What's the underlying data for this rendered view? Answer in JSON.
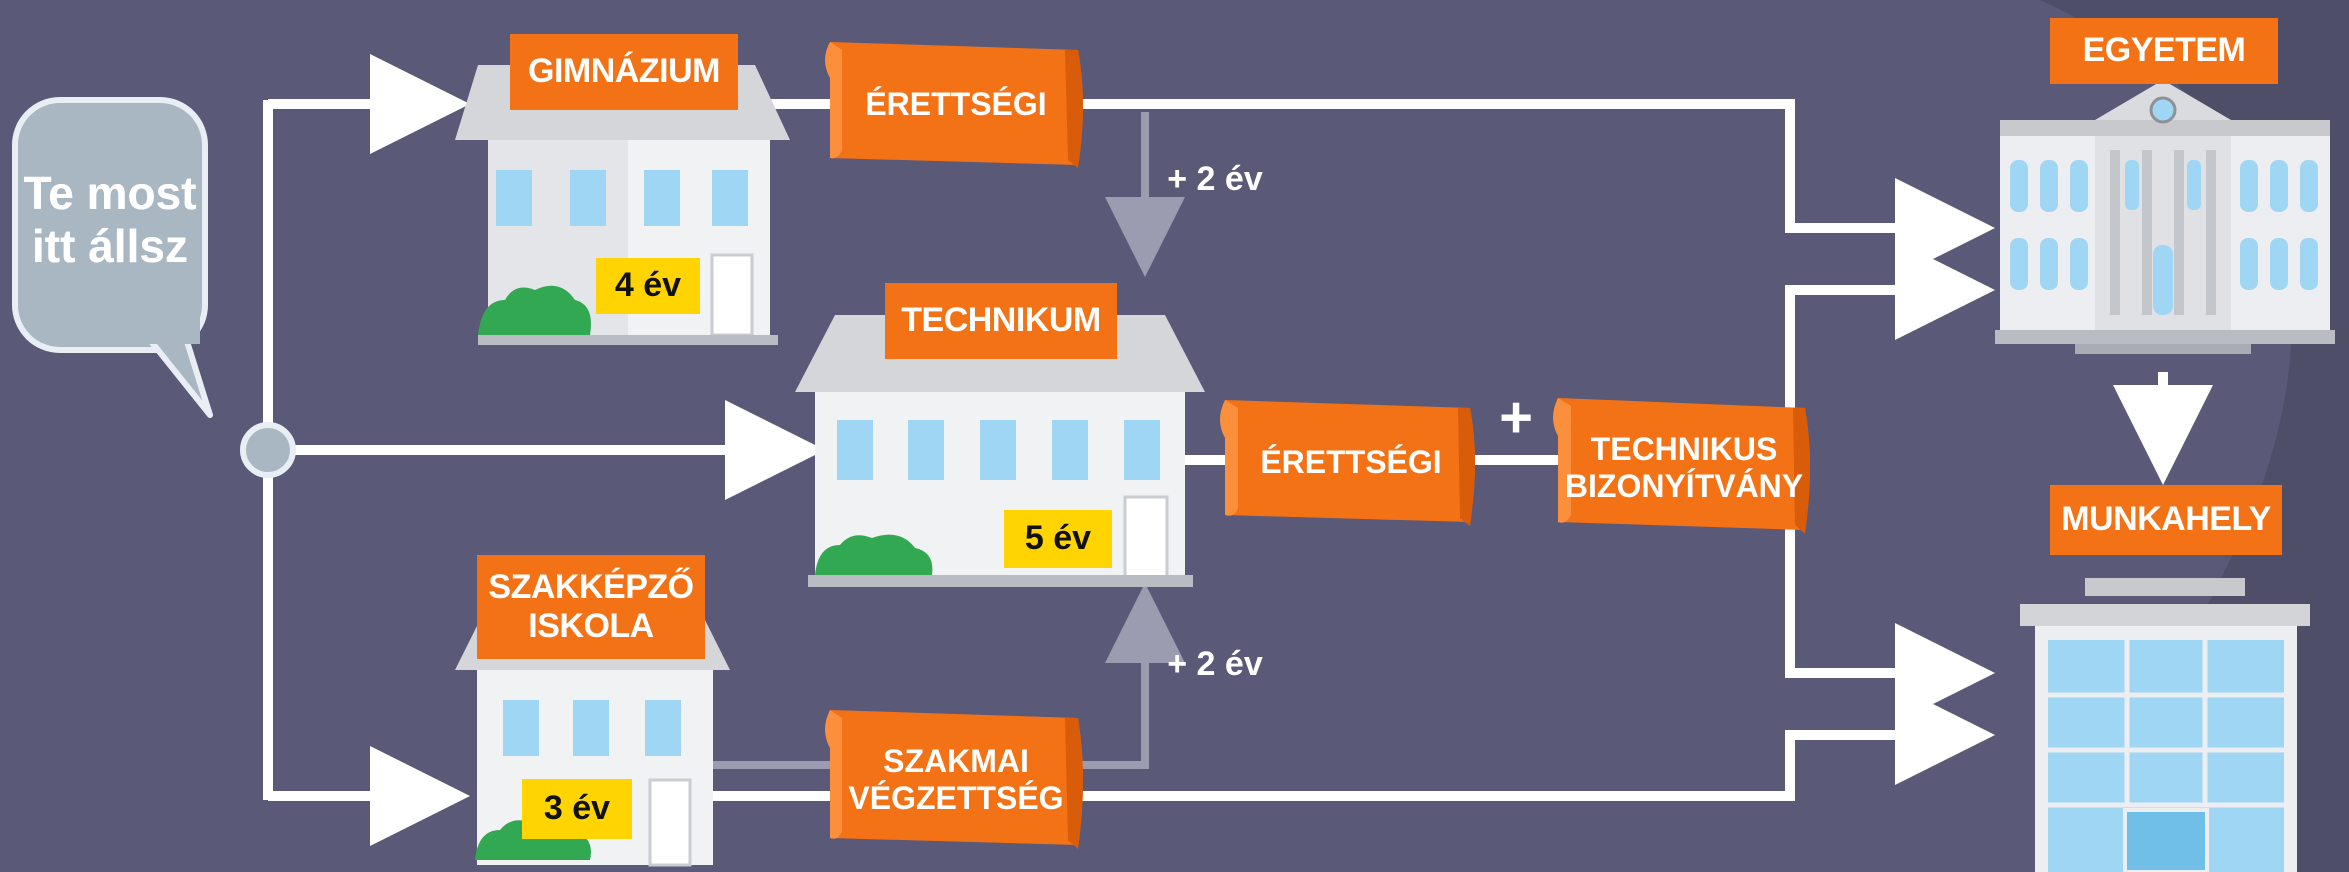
{
  "bubble": {
    "text": "Te most\nitt állsz"
  },
  "schools": {
    "gimnazium": {
      "name": "GIMNÁZIUM",
      "years": "4 év"
    },
    "technikum": {
      "name": "TECHNIKUM",
      "years": "5 év"
    },
    "szakkepzo": {
      "name": "SZAKKÉPZŐ\nISKOLA",
      "years": "3 év"
    }
  },
  "certificates": {
    "erettsegi_top": "ÉRETTSÉGI",
    "erettsegi_mid": "ÉRETTSÉGI",
    "technikus": "TECHNIKUS\nBIZONYÍTVÁNY",
    "szakmai": "SZAKMAI\nVÉGZETTSÉG",
    "plus": "+"
  },
  "transitions": {
    "top": "+ 2 év",
    "bottom": "+ 2 év"
  },
  "destinations": {
    "egyetem": "EGYETEM",
    "munkahely": "MUNKAHELY"
  },
  "colors": {
    "background": "#5a5a78",
    "panel": "#4e4e69",
    "accent": "#f47216",
    "years_badge": "#ffd400",
    "bubble": "#a9b7c3",
    "window": "#9fd6f3"
  }
}
